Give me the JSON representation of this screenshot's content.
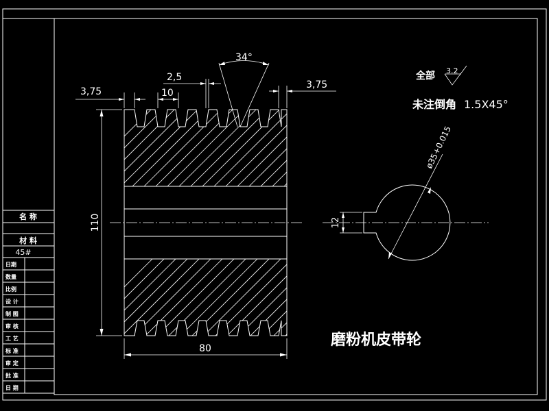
{
  "title_block": {
    "name_label": "名 称",
    "material_label": "材 料",
    "material_value": "45#",
    "rows": [
      "日期",
      "数量",
      "比例",
      "设 计",
      "制 图",
      "审 核",
      "工 艺",
      "标 准",
      "审 定",
      "批 准",
      "日 期"
    ]
  },
  "dimensions": {
    "left_edge": "3,75",
    "pitch": "10",
    "groove_top": "2,5",
    "groove_angle": "34°",
    "right_edge": "3,75",
    "height": "110",
    "width": "80",
    "keyway": "12",
    "bore": "ø35+0.015"
  },
  "notes": {
    "surface_prefix": "全部",
    "roughness": "3.2",
    "chamfer_prefix": "未注倒角",
    "chamfer_value": "1.5X45°"
  },
  "drawing_title": "磨粉机皮带轮"
}
